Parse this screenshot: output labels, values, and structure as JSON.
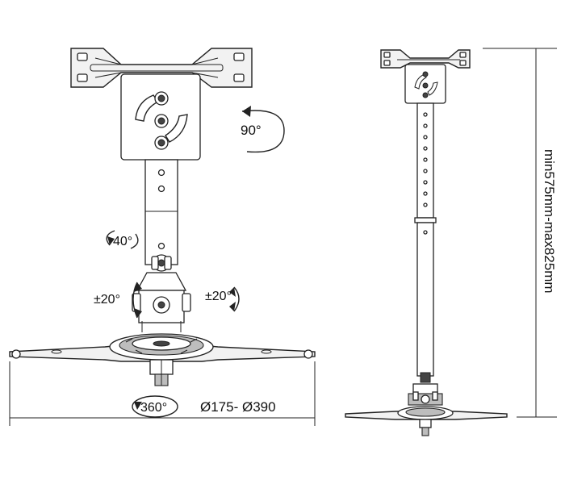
{
  "labels": {
    "rotation_top": "90°",
    "tilt_front": "40°",
    "tilt_left": "±20°",
    "tilt_right": "±20°",
    "swivel_base": "360°",
    "arm_span": "Ø175- Ø390",
    "height_range": "min575mm-max825mm"
  },
  "colors": {
    "line": "#222222",
    "background": "#ffffff"
  }
}
